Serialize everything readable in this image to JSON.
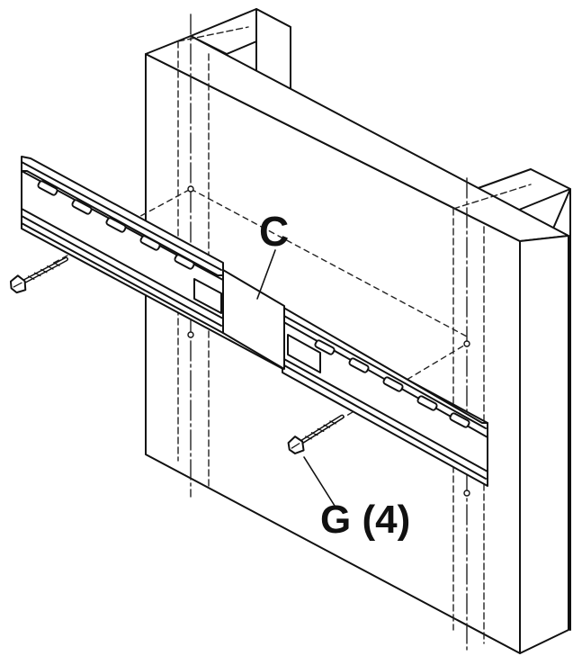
{
  "labels": {
    "bracket": "C",
    "screws": "G (4)"
  },
  "parts": [
    {
      "id": "C",
      "name": "wall-plate-bracket"
    },
    {
      "id": "G",
      "name": "lag-bolt",
      "quantity": 4
    }
  ],
  "colors": {
    "line": "#111111",
    "fill": "#ffffff",
    "dash": "#222222"
  }
}
